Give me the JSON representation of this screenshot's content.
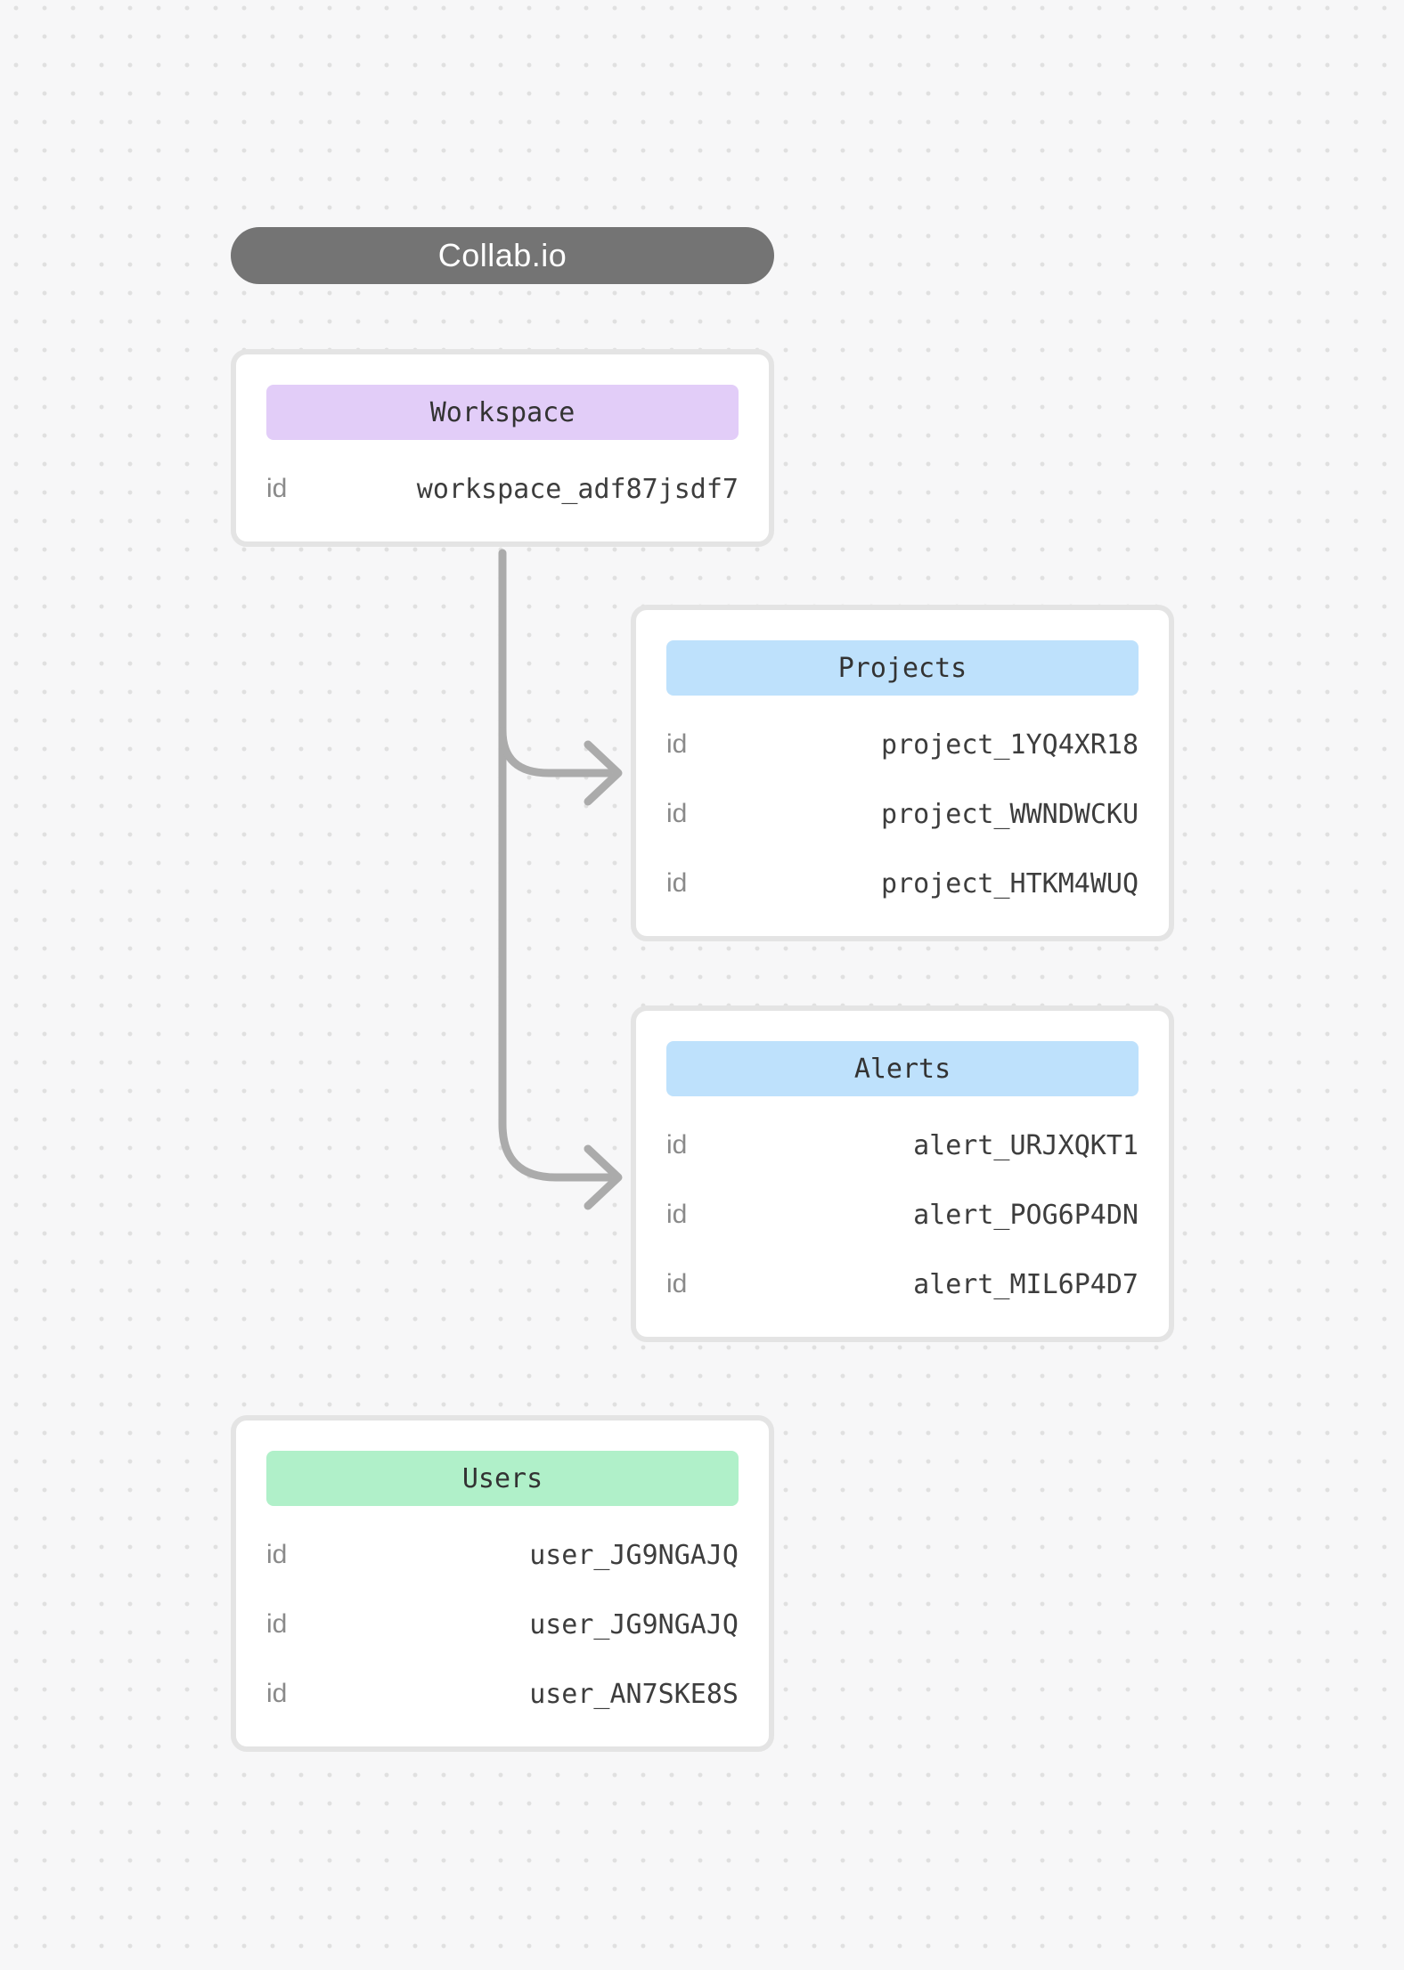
{
  "app": {
    "title": "Collab.io"
  },
  "colors": {
    "pill_bg": "#747474",
    "pill_text": "#ffffff",
    "workspace_header": "#e2cdf8",
    "projects_header": "#bee1fc",
    "alerts_header": "#bee1fc",
    "users_header": "#b0f0c9",
    "edge": "#ababab",
    "card_border": "#e4e4e4",
    "label_text": "#8a8a8a",
    "value_text": "#3d3d3d"
  },
  "nodes": [
    {
      "key": "workspace",
      "title": "Workspace",
      "header_color": "#e2cdf8",
      "rows": [
        {
          "label": "id",
          "value": "workspace_adf87jsdf7"
        }
      ]
    },
    {
      "key": "projects",
      "title": "Projects",
      "header_color": "#bee1fc",
      "rows": [
        {
          "label": "id",
          "value": "project_1YQ4XR18"
        },
        {
          "label": "id",
          "value": "project_WWNDWCKU"
        },
        {
          "label": "id",
          "value": "project_HTKM4WUQ"
        }
      ]
    },
    {
      "key": "alerts",
      "title": "Alerts",
      "header_color": "#bee1fc",
      "rows": [
        {
          "label": "id",
          "value": "alert_URJXQKT1"
        },
        {
          "label": "id",
          "value": "alert_POG6P4DN"
        },
        {
          "label": "id",
          "value": "alert_MIL6P4D7"
        }
      ]
    },
    {
      "key": "users",
      "title": "Users",
      "header_color": "#b0f0c9",
      "rows": [
        {
          "label": "id",
          "value": "user_JG9NGAJQ"
        },
        {
          "label": "id",
          "value": "user_JG9NGAJQ"
        },
        {
          "label": "id",
          "value": "user_AN7SKE8S"
        }
      ]
    }
  ],
  "edges": [
    {
      "from": "Workspace",
      "to": "Projects"
    },
    {
      "from": "Workspace",
      "to": "Alerts"
    }
  ]
}
